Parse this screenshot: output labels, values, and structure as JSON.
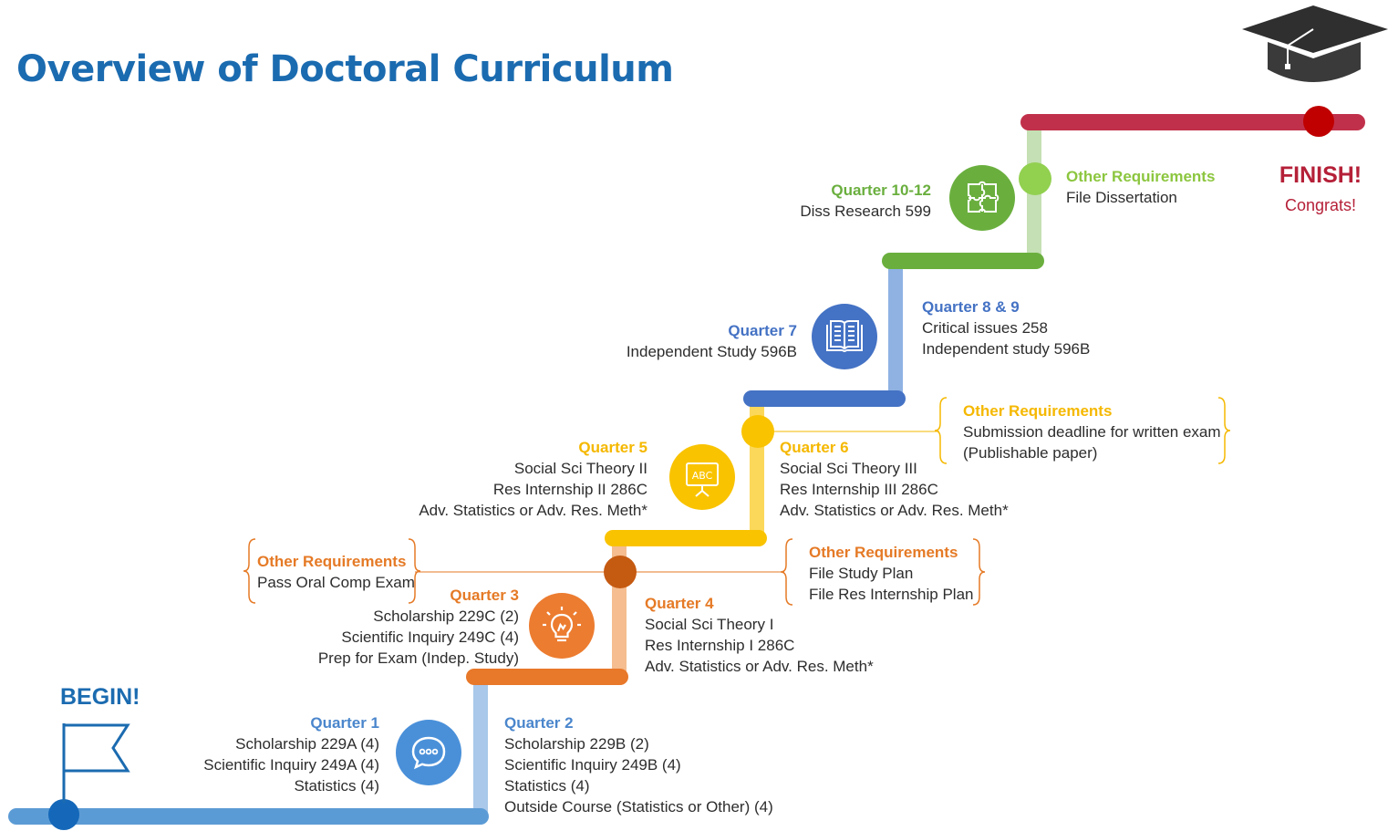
{
  "title": "Overview of Doctoral Curriculum",
  "begin_label": "BEGIN!",
  "finish": {
    "label": "FINISH!",
    "sub": "Congrats!"
  },
  "colors": {
    "title": "#1b6bb0",
    "q1": "#5b9bd5",
    "q2_riser": "#a9c8ea",
    "q3": "#e8782a",
    "q4_riser": "#f5bd90",
    "q5": "#f9c300",
    "q6_riser": "#fbd85a",
    "q7": "#4472c4",
    "q8_riser": "#8fb2e3",
    "q10": "#6aaf3e",
    "q10_riser": "#c5e0b4",
    "finish": "#c1304a"
  },
  "steps": [
    {
      "id": "q1",
      "heading": "Quarter 1",
      "lines": [
        "Scholarship 229A (4)",
        "Scientific Inquiry 249A (4)",
        "Statistics (4)"
      ],
      "icon": "chat-bubble-icon"
    },
    {
      "id": "q2",
      "heading": "Quarter 2",
      "lines": [
        "Scholarship 229B (2)",
        "Scientific Inquiry 249B (4)",
        "Statistics (4)",
        "Outside Course (Statistics or Other) (4)"
      ]
    },
    {
      "id": "q3",
      "heading": "Quarter 3",
      "lines": [
        "Scholarship 229C (2)",
        "Scientific Inquiry 249C (4)",
        "Prep for Exam (Indep. Study)"
      ],
      "icon": "lightbulb-icon"
    },
    {
      "id": "q4",
      "heading": "Quarter 4",
      "lines": [
        "Social Sci Theory I",
        "Res Internship I 286C",
        "Adv. Statistics or Adv. Res. Meth*"
      ]
    },
    {
      "id": "q5",
      "heading": "Quarter 5",
      "lines": [
        "Social Sci Theory II",
        "Res Internship II 286C",
        "Adv. Statistics or Adv. Res. Meth*"
      ],
      "icon": "abc-board-icon"
    },
    {
      "id": "q6",
      "heading": "Quarter 6",
      "lines": [
        "Social Sci Theory III",
        "Res Internship III 286C",
        "Adv. Statistics or Adv. Res. Meth*"
      ]
    },
    {
      "id": "q7",
      "heading": "Quarter 7",
      "lines": [
        "Independent Study 596B"
      ],
      "icon": "book-icon"
    },
    {
      "id": "q89",
      "heading": "Quarter 8 & 9",
      "lines": [
        "Critical issues 258",
        "Independent study 596B"
      ]
    },
    {
      "id": "q1012",
      "heading": "Quarter 10-12",
      "lines": [
        "Diss Research 599"
      ],
      "icon": "puzzle-icon"
    }
  ],
  "other_requirements": [
    {
      "id": "req-oral",
      "heading": "Other Requirements",
      "lines": [
        "Pass Oral Comp Exam"
      ]
    },
    {
      "id": "req-plan",
      "heading": "Other Requirements",
      "lines": [
        "File Study Plan",
        "File Res Internship Plan"
      ]
    },
    {
      "id": "req-written",
      "heading": "Other Requirements",
      "lines": [
        "Submission deadline for written exam",
        "(Publishable paper)"
      ]
    },
    {
      "id": "req-diss",
      "heading": "Other Requirements",
      "lines": [
        "File Dissertation"
      ]
    }
  ]
}
